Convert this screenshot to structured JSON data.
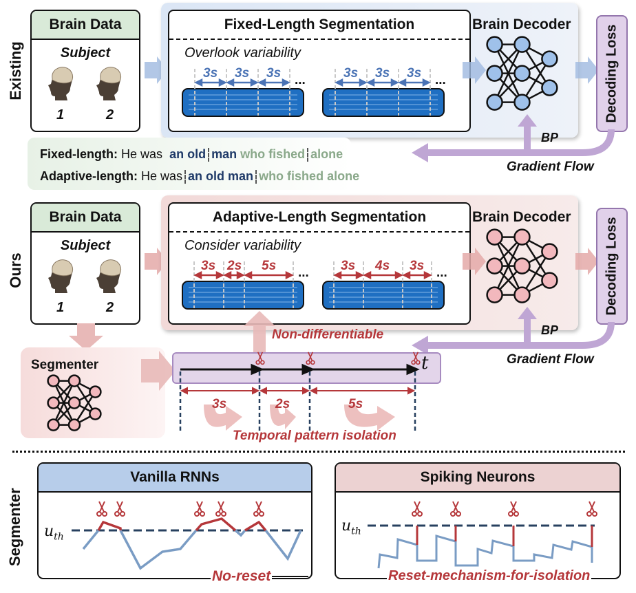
{
  "rows": {
    "existing_label": "Existing",
    "ours_label": "Ours",
    "segmenter_label": "Segmenter"
  },
  "brain_data": {
    "title": "Brain Data",
    "subject_label": "Subject",
    "subjects": [
      "1",
      "2"
    ]
  },
  "existing": {
    "segmentation_title": "Fixed-Length Segmentation",
    "subtitle": "Overlook variability",
    "segments_a": [
      "3s",
      "3s",
      "3s"
    ],
    "segments_b": [
      "3s",
      "3s",
      "3s"
    ],
    "ellipsis": "...",
    "decoder_title": "Brain Decoder",
    "bp_label": "BP",
    "loss_label": "Decoding Loss",
    "gradient_label": "Gradient Flow",
    "accent_color": "#4a73b5"
  },
  "sentences": {
    "fixed": {
      "label": "Fixed-length:",
      "prefix": "He was",
      "parts": [
        "an old",
        "man",
        "who fished",
        "alone"
      ]
    },
    "adaptive": {
      "label": "Adaptive-length:",
      "prefix": "He was",
      "parts": [
        "an old man",
        "who fished alone"
      ]
    }
  },
  "ours": {
    "segmentation_title": "Adaptive-Length Segmentation",
    "subtitle": "Consider variability",
    "segments_a": [
      "3s",
      "2s",
      "5s"
    ],
    "segments_b": [
      "3s",
      "4s",
      "3s"
    ],
    "ellipsis": "...",
    "decoder_title": "Brain Decoder",
    "bp_label": "BP",
    "loss_label": "Decoding Loss",
    "gradient_label": "Gradient Flow",
    "non_diff_label": "Non-differentiable",
    "accent_color": "#b5373a"
  },
  "segmenter": {
    "title": "Segmenter",
    "time_symbol": "t",
    "segments": [
      "3s",
      "2s",
      "5s"
    ],
    "isolation_label": "Temporal pattern isolation"
  },
  "comparison": {
    "rnn": {
      "title": "Vanilla RNNs",
      "threshold_label": "u_th",
      "threshold_main": "u",
      "threshold_sub": "th",
      "caption": "No-reset"
    },
    "spiking": {
      "title": "Spiking Neurons",
      "threshold_main": "u",
      "threshold_sub": "th",
      "caption": "Reset-mechanism-for-isolation"
    }
  }
}
